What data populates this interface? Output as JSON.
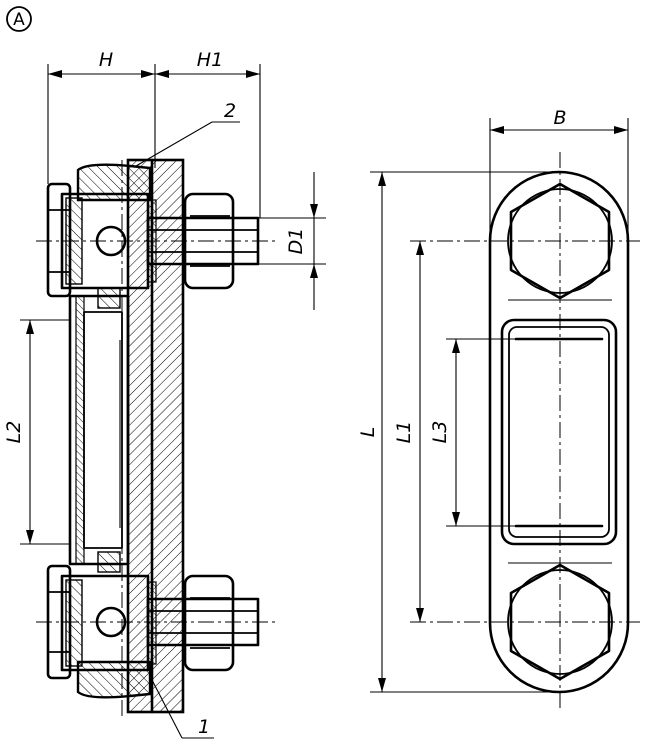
{
  "view_label": "A",
  "dimensions": {
    "H": "H",
    "H1": "H1",
    "D1": "D1",
    "L2": "L2",
    "L": "L",
    "L1": "L1",
    "L3": "L3",
    "B": "B"
  },
  "part_numbers": {
    "item_1": "1",
    "item_2": "2"
  },
  "colors": {
    "line": "#000000",
    "background": "#ffffff"
  }
}
